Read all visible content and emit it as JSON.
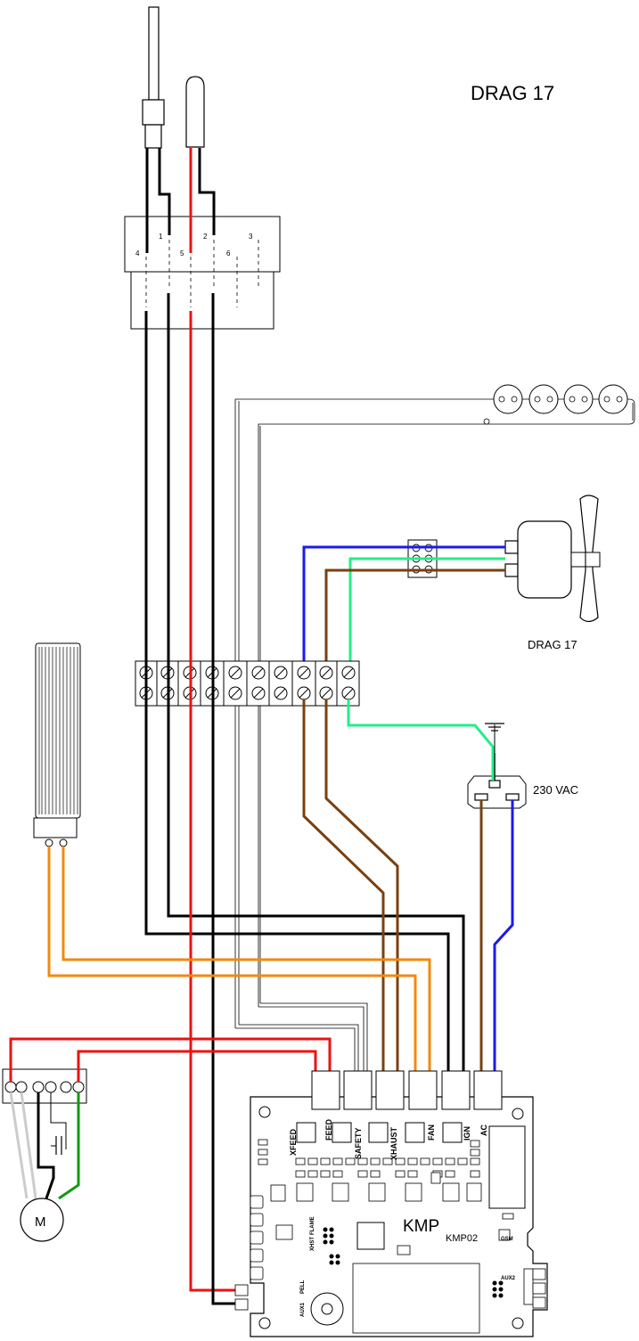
{
  "title": "DRAG 17",
  "fan_label": "DRAG 17",
  "power_label": "230 VAC",
  "motor_label": "M",
  "thermostat_terminals": [
    "1",
    "2",
    "3",
    "4",
    "5",
    "6"
  ],
  "board": {
    "brand": "KMP",
    "model": "KMP02",
    "outputs": [
      "XFEED",
      "FEED",
      "SAFETY",
      "XHAUST",
      "FAN",
      "IGN",
      "AC"
    ],
    "side_labels": [
      "GSM",
      "AUX2",
      "XHST",
      "FLAME",
      "PELL",
      "AUX1"
    ]
  },
  "colors": {
    "red": "#ee1111",
    "black": "#000000",
    "blue": "#1a1aee",
    "green_yellow": "#22ee88",
    "brown": "#7a4010",
    "orange": "#f08a10",
    "grey": "#cccccc",
    "earth_green": "#119911"
  }
}
